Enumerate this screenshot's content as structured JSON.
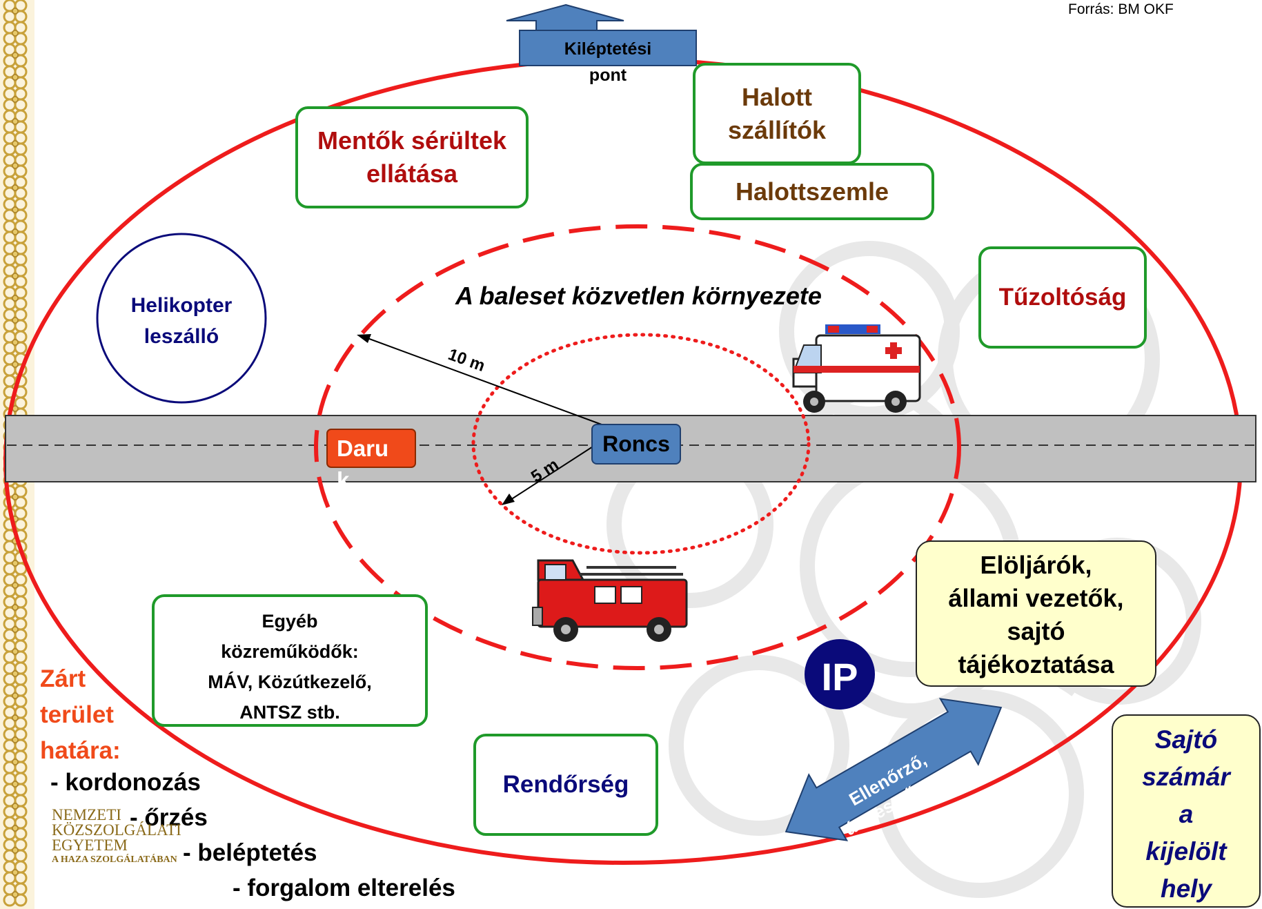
{
  "source_note": "Forrás: BM OKF",
  "exit_point": {
    "label": "Kiléptetési\npont"
  },
  "boxes": {
    "ambulance_care": "Mentők sérültek\nellátása",
    "body_transport": "Halott\nszállítók",
    "post_mortem": "Halottszemle",
    "fire_service": "Tűzoltóság",
    "other_parties": "Egyéb\nközreműködők:\nMÁV, Közútkezelő,\nANTSZ stb.",
    "police": "Rendőrség",
    "officials": "Elöljárók,\nállami vezetők,\nsajtó\ntájékoztatása",
    "press_area": "Sajtó\nszámár\na\nkijelölt\nhely"
  },
  "helicopter": "Helikopter\nleszálló",
  "inner_zone_title": "A baleset közvetlen környezete",
  "radius_10": "10 m",
  "radius_5": "5 m",
  "crane": "Daru\nk",
  "wreck": "Roncs",
  "ip": "IP",
  "checkpoint": "Ellenőrző,\náteresztő pont",
  "boundary": {
    "title": "Zárt\nterület\nhatára:",
    "items": [
      "- kordonozás",
      "- őrzés",
      "- beléptetés",
      "- forgalom elterelés"
    ]
  },
  "logo": {
    "line1": "NEMZETI",
    "line2": "KÖZSZOLGÁLATI",
    "line3": "EGYETEM",
    "line4": "A HAZA SZOLGÁLATÁBAN"
  },
  "colors": {
    "zone_red": "#ee1c1c",
    "box_green": "#1f9a2a",
    "dark_red_text": "#b00d0d",
    "brown_text": "#6b3a0a",
    "navy": "#0a0a7a",
    "blue_arrow": "#4f81bd",
    "crane_orange": "#f04a1a",
    "road_gray": "#c0c0c0",
    "yellow_note": "#ffffcc",
    "gold_border": "#c8a13a"
  },
  "icons": {
    "ambulance": "ambulance-icon",
    "fire_truck": "fire-truck-icon",
    "left_border": "ornament-border-icon",
    "crest": "crest-watermark-icon"
  }
}
